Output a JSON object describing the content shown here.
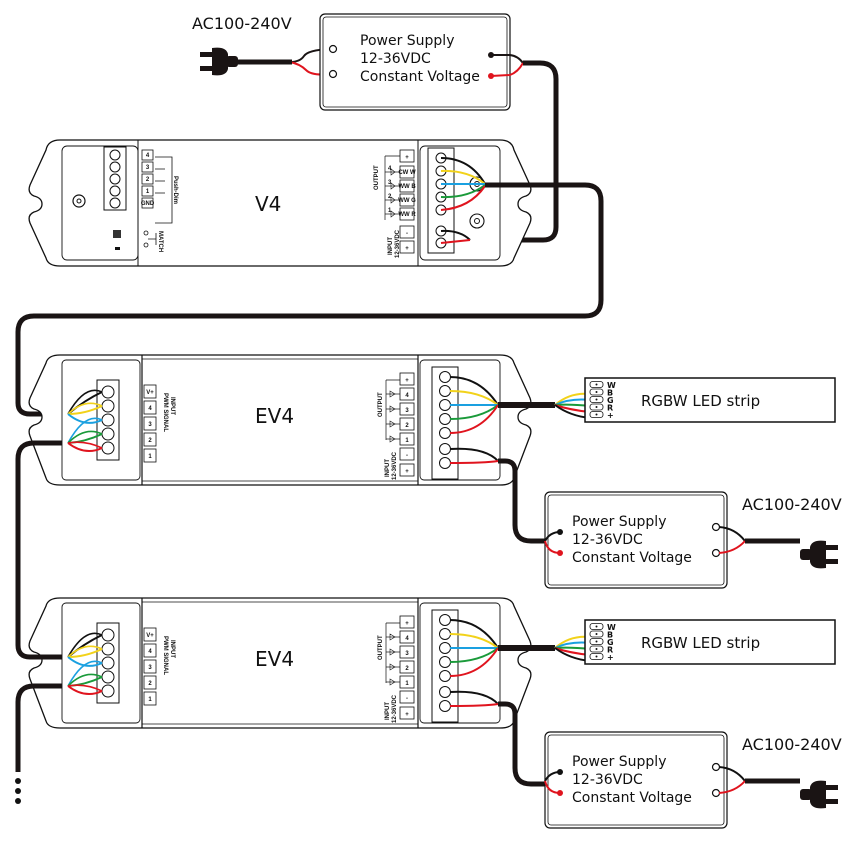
{
  "colors": {
    "cable": "#1a1414",
    "red": "#e0141e",
    "yellow": "#f2d21a",
    "blue": "#1aa0e0",
    "green": "#1a9a3a",
    "black": "#111111"
  },
  "mains_label": "AC100-240V",
  "power_supply": {
    "line1": "Power Supply",
    "line2": "12-36VDC",
    "line3": "Constant Voltage"
  },
  "v4": {
    "name": "V4",
    "push_dim_label": "Push-Dim",
    "match_label": "MATCH",
    "push_terminals": [
      "4",
      "3",
      "2",
      "1",
      "GND"
    ],
    "output_label": "OUTPUT",
    "input_label": "INPUT",
    "input_voltage": "12-36VDC",
    "output_channels": [
      "4",
      "3",
      "2",
      "1"
    ],
    "output_terminals": [
      "CW W",
      "WW B",
      "WW G",
      "WW R"
    ],
    "input_terminals": [
      "-",
      "+"
    ],
    "plus": "+"
  },
  "ev4": {
    "name": "EV4",
    "input_label": "INPUT",
    "pwm_label": "PWM SIGNAL",
    "signal_terminals": [
      "V+",
      "4",
      "3",
      "2",
      "1"
    ],
    "output_label": "OUTPUT",
    "output_terminals": [
      "+",
      "4",
      "3",
      "2",
      "1"
    ],
    "power_input_label": "INPUT",
    "power_input_voltage": "12-36VDC",
    "power_terminals": [
      "-",
      "+"
    ]
  },
  "led_strip": {
    "label": "RGBW LED strip",
    "pins": [
      "W",
      "B",
      "G",
      "R",
      "+"
    ]
  },
  "continuation": "⋮"
}
